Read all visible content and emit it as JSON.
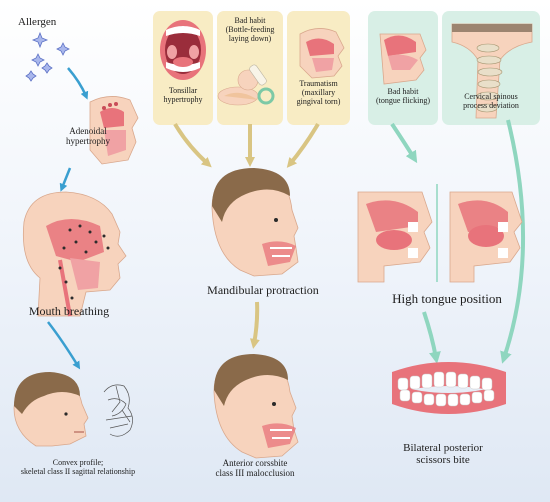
{
  "labels": {
    "allergen": "Allergen",
    "adenoidal": [
      "Adenoidal",
      "hypertrophy"
    ],
    "mouth_breathing": "Mouth breathing",
    "convex_profile": [
      "Convex profile;",
      "skeletal class II sagittal relationship"
    ],
    "tonsillar": [
      "Tonsillar",
      "hypertrophy"
    ],
    "bad_habit_bottle": [
      "Bad habit",
      "(Bottle-feeding",
      "laying down)"
    ],
    "traumatism": [
      "Traumatism",
      "(maxillary",
      "gingival torn)"
    ],
    "bad_habit_tongue": [
      "Bad habit",
      "(tongue flicking)"
    ],
    "cervical": [
      "Cervical spinous",
      "process deviation"
    ],
    "mandibular_protraction": "Mandibular protraction",
    "anterior_crossbite": [
      "Anterior corssbite",
      "class III malocclusion"
    ],
    "high_tongue": "High tongue position",
    "bilateral": [
      "Bilateral posterior",
      "scissors bite"
    ]
  },
  "colors": {
    "yellow_card": "#f8ecc4",
    "green_card": "#d8efe6",
    "blue_arrow": "#3a9fd0",
    "tan_arrow": "#d9c583",
    "green_arrow": "#8fd6bf",
    "skin": "#f7d3bd",
    "hair": "#8a6a4a",
    "tissue": "#e8737b"
  },
  "icons": [
    "allergen-icon",
    "head-icon",
    "mouth-icon",
    "teeth-icon",
    "spine-icon",
    "baby-icon"
  ]
}
